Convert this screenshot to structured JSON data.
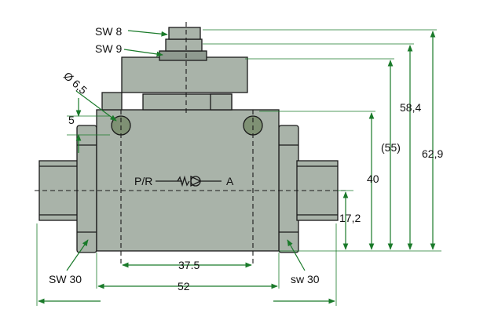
{
  "labels": {
    "sw8": "SW 8",
    "sw9": "SW 9",
    "dia": "Ø 6,5",
    "dim5": "5",
    "sw30_left": "SW 30",
    "sw30_right": "sw 30",
    "dim_37_5": "37.5",
    "dim_52": "52",
    "dim_40": "40",
    "dim_17_2": "17,2",
    "dim_55": "(55)",
    "dim_58_4": "58,4",
    "dim_62_9": "62,9",
    "port_pr": "P/R",
    "port_a": "A"
  },
  "colors": {
    "body": "#a9b3a9",
    "dimension": "#1a7a2a",
    "outline": "#1a1a1a"
  }
}
